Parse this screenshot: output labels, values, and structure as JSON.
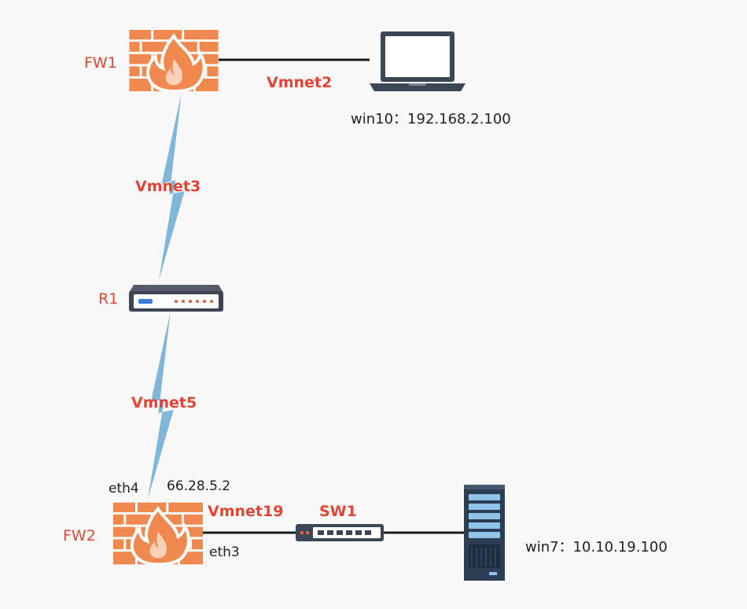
{
  "colors": {
    "background": "#f8f8f8",
    "firewall": "#f0894f",
    "firewall_mortar": "#ffffff",
    "link_bolt": "#7fb6d9",
    "wire": "#1a1a1a",
    "label_red": "#e04535",
    "label_dark": "#222222"
  },
  "nodes": {
    "fw1": {
      "label": "FW1",
      "icon": "firewall-icon"
    },
    "win10": {
      "label": "win10：192.168.2.100",
      "icon": "laptop-icon"
    },
    "r1": {
      "label": "R1",
      "icon": "router-icon"
    },
    "fw2": {
      "label": "FW2",
      "icon": "firewall-icon"
    },
    "sw1": {
      "label": "SW1",
      "icon": "switch-icon"
    },
    "win7": {
      "label": "win7：10.10.19.100",
      "icon": "server-icon"
    }
  },
  "links": {
    "fw1_win10": {
      "label": "Vmnet2"
    },
    "fw1_r1": {
      "label": "Vmnet3"
    },
    "r1_fw2": {
      "label": "Vmnet5"
    },
    "fw2_sw1": {
      "label": "Vmnet19"
    }
  },
  "interfaces": {
    "fw2_eth4": "eth4",
    "fw2_eth4_ip": "66.28.5.2",
    "fw2_eth3": "eth3"
  }
}
